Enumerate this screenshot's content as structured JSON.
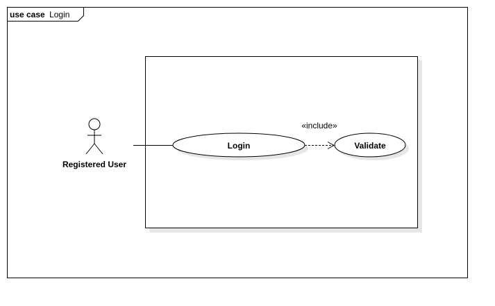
{
  "frame": {
    "keyword": "use case",
    "name": "Login"
  },
  "actor": {
    "name": "Registered User"
  },
  "use_cases": {
    "login": "Login",
    "validate": "Validate"
  },
  "relationship": {
    "stereotype": "«include»"
  },
  "colors": {
    "line": "#000000",
    "shadow": "#e6e6e6",
    "background": "#ffffff"
  }
}
